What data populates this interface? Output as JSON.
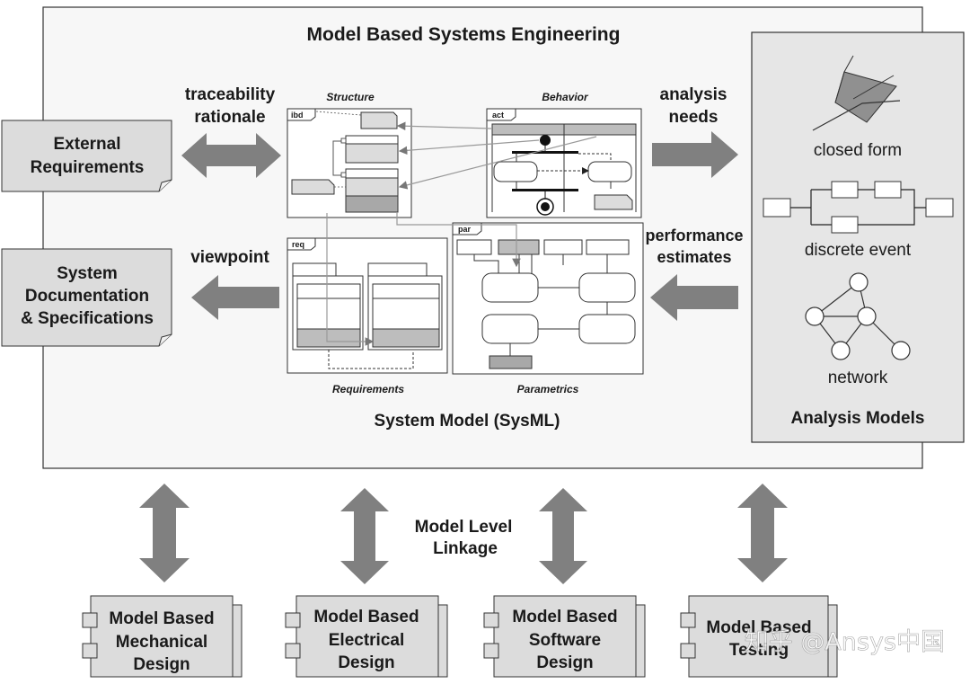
{
  "title": "Model Based Systems Engineering",
  "system_model": {
    "label": "System Model (SysML)",
    "views": {
      "structure": {
        "caption": "Structure",
        "tag": "ibd"
      },
      "behavior": {
        "caption": "Behavior",
        "tag": "act"
      },
      "requirements": {
        "caption": "Requirements",
        "tag": "req"
      },
      "parametrics": {
        "caption": "Parametrics",
        "tag": "par"
      }
    }
  },
  "external_requirements": {
    "line1": "External",
    "line2": "Requirements"
  },
  "system_documentation": {
    "line1": "System",
    "line2": "Documentation",
    "line3": "& Specifications"
  },
  "arrows": {
    "traceability": {
      "line1": "traceability",
      "line2": "rationale"
    },
    "viewpoint": "viewpoint",
    "analysis_needs": {
      "line1": "analysis",
      "line2": "needs"
    },
    "performance_estimates": {
      "line1": "performance",
      "line2": "estimates"
    }
  },
  "analysis_models": {
    "label": "Analysis Models",
    "closed_form": "closed form",
    "discrete_event": "discrete event",
    "network": "network"
  },
  "linkage": {
    "line1": "Model Level",
    "line2": "Linkage"
  },
  "bottom_models": [
    {
      "line1": "Model Based",
      "line2": "Mechanical",
      "line3": "Design"
    },
    {
      "line1": "Model Based",
      "line2": "Electrical",
      "line3": "Design"
    },
    {
      "line1": "Model Based",
      "line2": "Software",
      "line3": "Design"
    },
    {
      "line1": "Model Based",
      "line2": "Testing"
    }
  ],
  "watermark": "知乎 @Ansys中国",
  "colors": {
    "panel": "#f7f7f7",
    "analysis_panel": "#e6e6e6",
    "arrow": "#808080",
    "note": "#dcdcdc",
    "dark_fill": "#a8a8a8"
  }
}
